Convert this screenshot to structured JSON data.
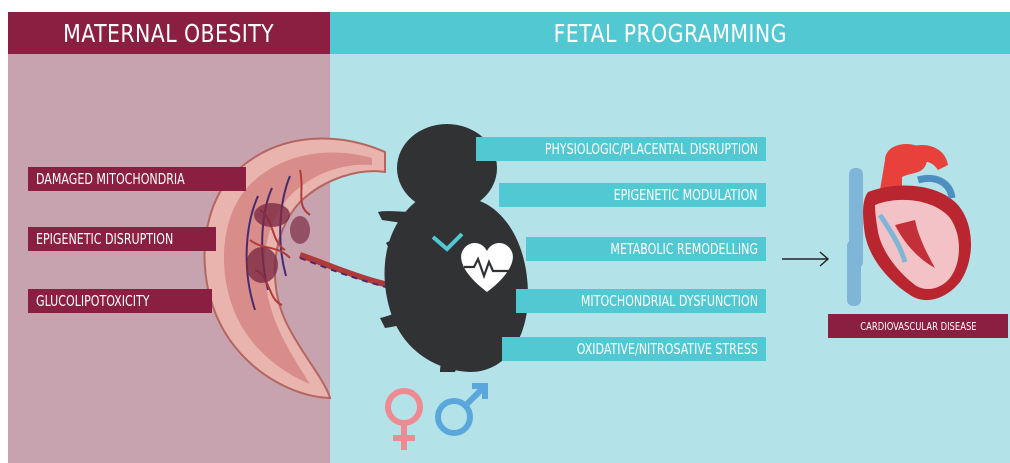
{
  "header": {
    "left_title": "MATERNAL OBESITY",
    "right_title": "FETAL PROGRAMMING"
  },
  "maternal_factors": [
    "DAMAGED MITOCHONDRIA",
    "EPIGENETIC DISRUPTION",
    "GLUCOLIPOTOXICITY"
  ],
  "fetal_effects": [
    "PHYSIOLOGIC/PLACENTAL DISRUPTION",
    "EPIGENETIC MODULATION",
    "METABOLIC REMODELLING",
    "MITOCHONDRIAL DYSFUNCTION",
    "OXIDATIVE/NITROSATIVE STRESS"
  ],
  "outcome": "CARDIOVASCULAR DISEASE",
  "colors": {
    "maroon": "#8b1f42",
    "teal": "#52c8d3",
    "left_panel": "#c6a3ae",
    "right_panel": "#b3e3e9",
    "female_symbol": "#ef8a93",
    "male_symbol": "#5aa8db"
  },
  "icons": [
    "placenta-icon",
    "fetus-icon",
    "heartbeat-icon",
    "female-symbol-icon",
    "male-symbol-icon",
    "heart-organ-icon",
    "arrow-right-icon"
  ]
}
